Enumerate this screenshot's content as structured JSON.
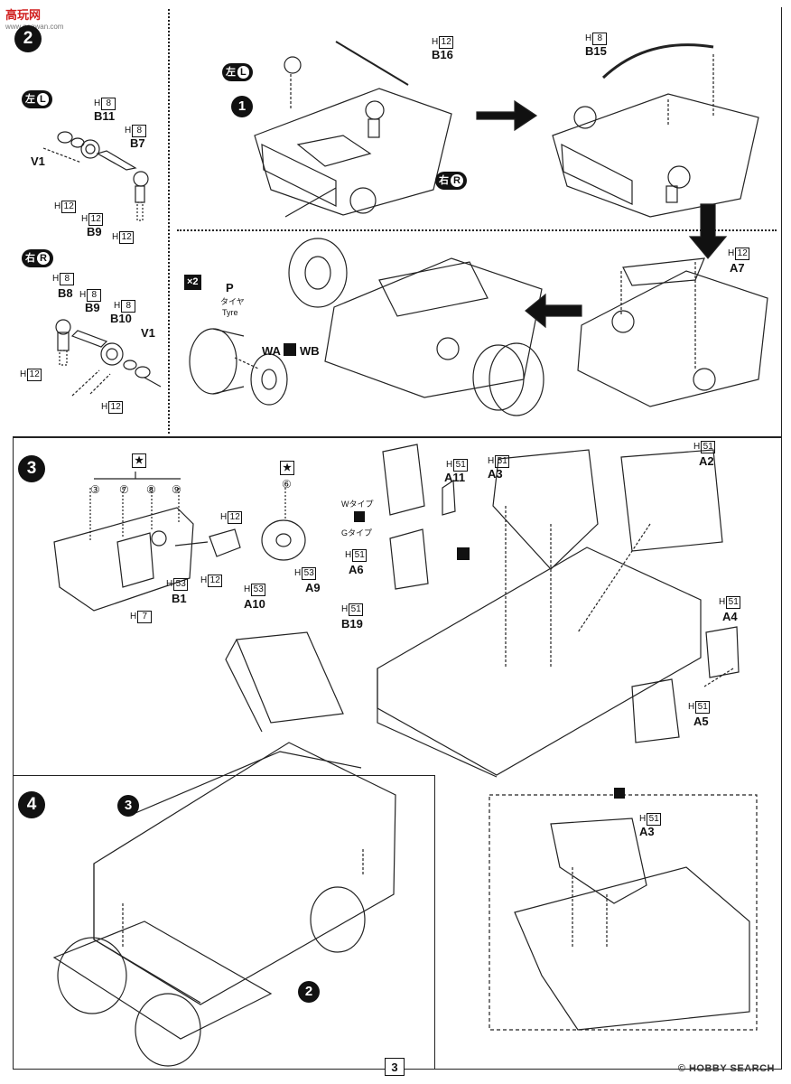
{
  "watermark_logo": {
    "title": "高玩网",
    "subtitle": "www.gaowan.com"
  },
  "page_number": "3",
  "watermark_text": "© HOBBY SEARCH",
  "steps": {
    "s1": "1",
    "s2": "2",
    "s3": "3",
    "s4": "4"
  },
  "side": {
    "left_kanji": "左",
    "left_letter": "L",
    "right_kanji": "右",
    "right_letter": "R"
  },
  "panel2_left": {
    "b11": {
      "h": "8",
      "part": "B11"
    },
    "b7": {
      "h": "8",
      "part": "B7"
    },
    "v1a": "V1",
    "h12a": "12",
    "h12b": "12",
    "h12c": "12",
    "b9": "B9",
    "b8": {
      "h": "8",
      "part": "B8"
    },
    "b9b": {
      "h": "8",
      "part": "B9"
    },
    "b10": {
      "h": "8",
      "part": "B10"
    },
    "v1b": "V1",
    "h12d": "12",
    "h12e": "12"
  },
  "panel2_top": {
    "b16": {
      "h": "12",
      "part": "B16"
    },
    "b15": {
      "h": "8",
      "part": "B15"
    }
  },
  "panel2_bottom": {
    "x2": "×2",
    "tyre_p": "P",
    "tyre_jp": "タイヤ",
    "tyre_en": "Tyre",
    "wa": "WA",
    "wb": "WB",
    "a7": {
      "h": "12",
      "part": "A7"
    }
  },
  "panel3": {
    "star_nums": [
      "③",
      "⑦",
      "⑧",
      "⑨"
    ],
    "star_single": "⑥",
    "h12": "12",
    "h12b": "12",
    "b1": {
      "h": "53",
      "part": "B1"
    },
    "h7": "7",
    "a10": {
      "h": "53",
      "part": "A10"
    },
    "a9": {
      "h": "53",
      "part": "A9"
    },
    "a11": {
      "h": "51",
      "part": "A11"
    },
    "a3": {
      "h": "51",
      "part": "A3"
    },
    "a2": {
      "h": "51",
      "part": "A2"
    },
    "w_type": "Wタイプ",
    "g_type": "Gタイプ",
    "a6": {
      "h": "51",
      "part": "A6"
    },
    "b19": {
      "h": "51",
      "part": "B19"
    },
    "a4": {
      "h": "51",
      "part": "A4"
    },
    "a5": {
      "h": "51",
      "part": "A5"
    }
  },
  "panel4": {
    "ref3": "3",
    "ref2": "2",
    "a3": {
      "h": "51",
      "part": "A3"
    }
  }
}
